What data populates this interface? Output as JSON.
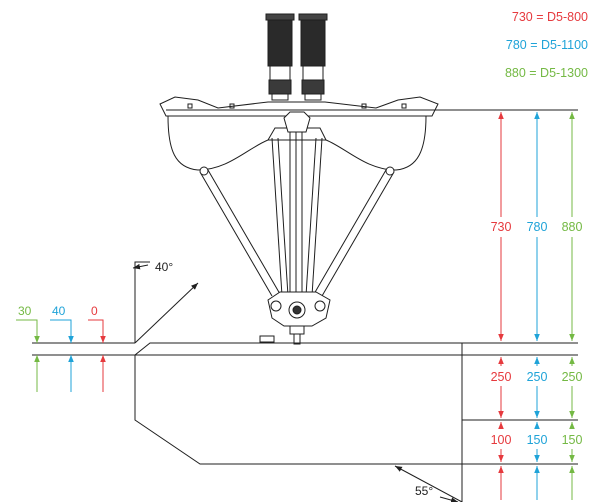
{
  "colors": {
    "red": "#e63a3e",
    "blue": "#1fa3d8",
    "green": "#74b944",
    "line": "#1f1f1f",
    "grey": "#777777"
  },
  "legend": [
    {
      "text": "730 = D5-800",
      "color_key": "red"
    },
    {
      "text": "780 = D5-1100",
      "color_key": "blue"
    },
    {
      "text": "880 = D5-1300",
      "color_key": "green"
    }
  ],
  "angles": {
    "top": "40°",
    "bottom": "55°"
  },
  "left_offsets": [
    {
      "text": "30",
      "color_key": "green"
    },
    {
      "text": "40",
      "color_key": "blue"
    },
    {
      "text": "0",
      "color_key": "red"
    }
  ],
  "right_dims": {
    "heights": [
      {
        "text": "730",
        "color_key": "red"
      },
      {
        "text": "780",
        "color_key": "blue"
      },
      {
        "text": "880",
        "color_key": "green"
      }
    ],
    "middle": [
      {
        "text": "250",
        "color_key": "red"
      },
      {
        "text": "250",
        "color_key": "blue"
      },
      {
        "text": "250",
        "color_key": "green"
      }
    ],
    "lower": [
      {
        "text": "100",
        "color_key": "red"
      },
      {
        "text": "150",
        "color_key": "blue"
      },
      {
        "text": "150",
        "color_key": "green"
      }
    ]
  }
}
